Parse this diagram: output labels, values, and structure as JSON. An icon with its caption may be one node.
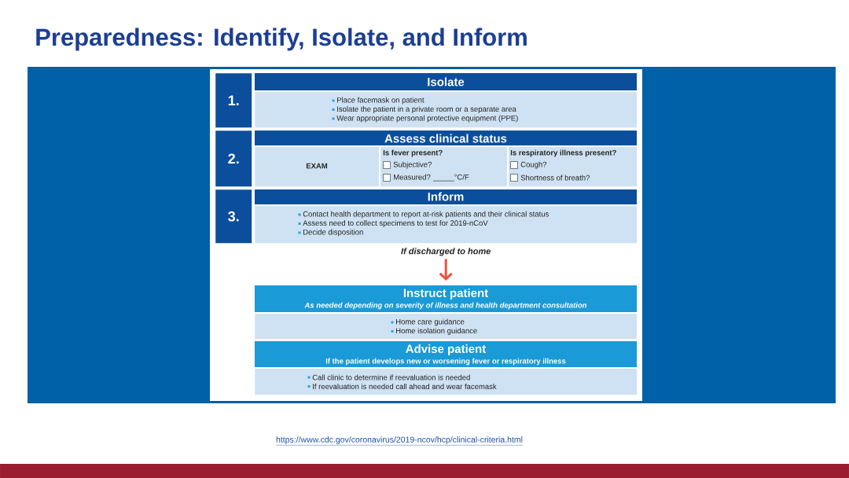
{
  "diagram": {
    "title": "Preparedness: Identify, Isolate, and Inform",
    "nodes": [
      {
        "text": [
          "1."
        ]
      },
      {
        "text": [
          "Isolate",
          "Place facemask on patient",
          "Isolate the patient in a private room or a separate area",
          "Wear appropriate personal protective equipment (PPE)"
        ]
      },
      {
        "text": [
          "2."
        ]
      },
      {
        "text": [
          "Assess clinical status",
          "EXAM",
          "Is fever present?",
          "Subjective?",
          "Measured? _____°C/F",
          "Is respiratory illness present?",
          "Cough?",
          "Shortness of breath?"
        ]
      },
      {
        "text": [
          "3."
        ]
      },
      {
        "text": [
          "Inform",
          "Contact health department to report at-risk patients and their clinical status",
          "Assess need to collect specimens to test for 2019-nCoV",
          "Decide disposition"
        ]
      },
      {
        "text": [
          "Instruct patient",
          "As needed depending on severity of illness and health department consultation",
          "Home care guidance",
          "Home isolation guidance"
        ]
      },
      {
        "text": [
          "Advise patient",
          "If the patient develops new or worsening fever or respiratory illness",
          "Call clinic to determine if reevaluation is needed",
          "If reevaluation is needed call ahead and wear facemask"
        ]
      }
    ],
    "edges": [
      {
        "from": 5,
        "to": 6,
        "arrow": "to",
        "label": "If discharged to home"
      }
    ],
    "labels": [
      "https://www.cdc.gov/coronavirus/2019-ncov/hcp/clinical-criteria.html"
    ]
  }
}
